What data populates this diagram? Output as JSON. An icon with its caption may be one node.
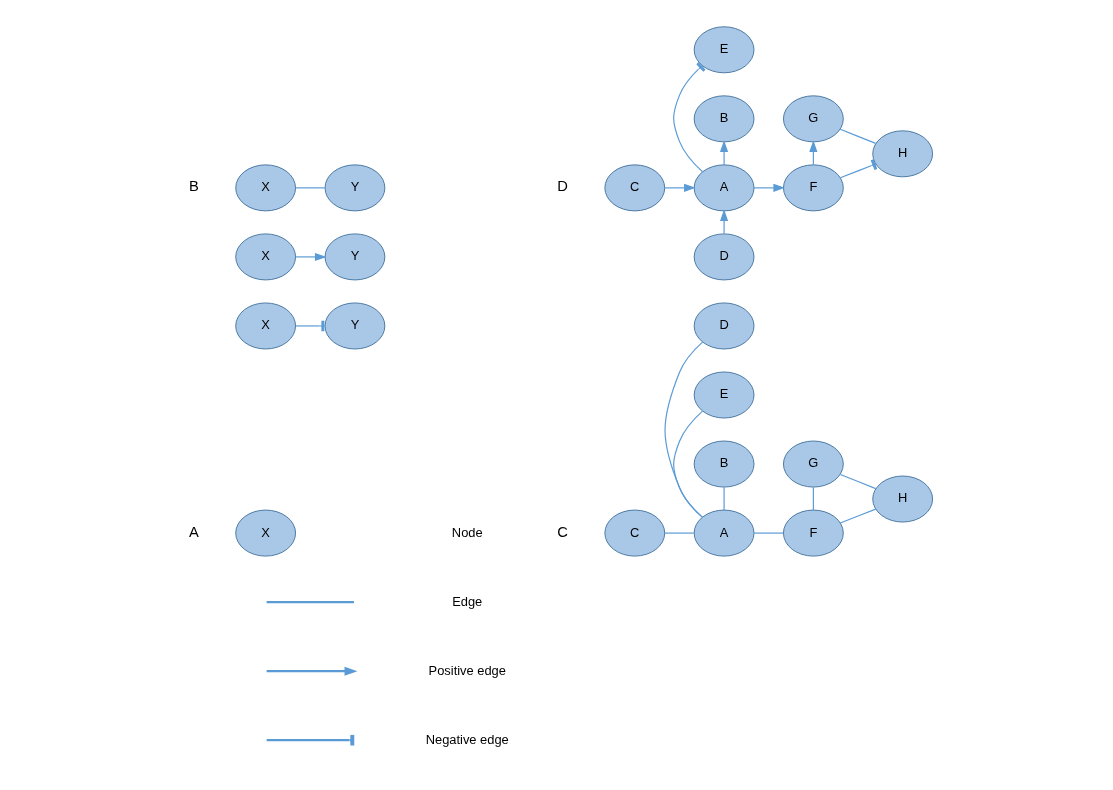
{
  "diagram": {
    "nodes": [
      {
        "text": [
          "X"
        ]
      },
      {
        "text": [
          "X"
        ]
      },
      {
        "text": [
          "Y"
        ]
      },
      {
        "text": [
          "X"
        ]
      },
      {
        "text": [
          "Y"
        ]
      },
      {
        "text": [
          "X"
        ]
      },
      {
        "text": [
          "Y"
        ]
      },
      {
        "text": [
          "D"
        ]
      },
      {
        "text": [
          "E"
        ]
      },
      {
        "text": [
          "G"
        ]
      },
      {
        "text": [
          "C"
        ]
      },
      {
        "text": [
          "A"
        ]
      },
      {
        "text": [
          "F"
        ]
      },
      {
        "text": [
          "H"
        ]
      },
      {
        "text": [
          "B"
        ]
      },
      {
        "text": [
          "E"
        ]
      },
      {
        "text": [
          "G"
        ]
      },
      {
        "text": [
          "D"
        ]
      },
      {
        "text": [
          "C"
        ]
      },
      {
        "text": [
          "A"
        ]
      },
      {
        "text": [
          "F"
        ]
      },
      {
        "text": [
          "H"
        ]
      },
      {
        "text": [
          "B"
        ]
      }
    ],
    "edges": [
      {
        "from": 1,
        "to": 2,
        "arrow": "none"
      },
      {
        "from": 3,
        "to": 4,
        "arrow": "to"
      },
      {
        "from": 5,
        "to": 6,
        "arrow": "other"
      },
      {
        "from": 11,
        "to": 7,
        "arrow": "none"
      },
      {
        "from": 11,
        "to": 8,
        "arrow": "none"
      },
      {
        "from": 10,
        "to": 11,
        "arrow": "none"
      },
      {
        "from": 11,
        "to": 14,
        "arrow": "none"
      },
      {
        "from": 11,
        "to": 12,
        "arrow": "none"
      },
      {
        "from": 12,
        "to": 9,
        "arrow": "none"
      },
      {
        "from": 12,
        "to": 13,
        "arrow": "none"
      },
      {
        "from": 9,
        "to": 13,
        "arrow": "none"
      },
      {
        "from": 17,
        "to": 19,
        "arrow": "to"
      },
      {
        "from": 18,
        "to": 19,
        "arrow": "to"
      },
      {
        "from": 19,
        "to": 15,
        "arrow": "other"
      },
      {
        "from": 19,
        "to": 22,
        "arrow": "to"
      },
      {
        "from": 19,
        "to": 20,
        "arrow": "to"
      },
      {
        "from": 20,
        "to": 16,
        "arrow": "to"
      },
      {
        "from": 20,
        "to": 21,
        "arrow": "other"
      },
      {
        "from": 16,
        "to": 21,
        "arrow": "none"
      }
    ],
    "labels": [
      "A",
      "C",
      "B",
      "D"
    ],
    "legend": [
      {
        "text": "Node"
      },
      {
        "text": "Edge"
      },
      {
        "text": "Positive edge"
      },
      {
        "text": "Negative edge"
      }
    ]
  }
}
